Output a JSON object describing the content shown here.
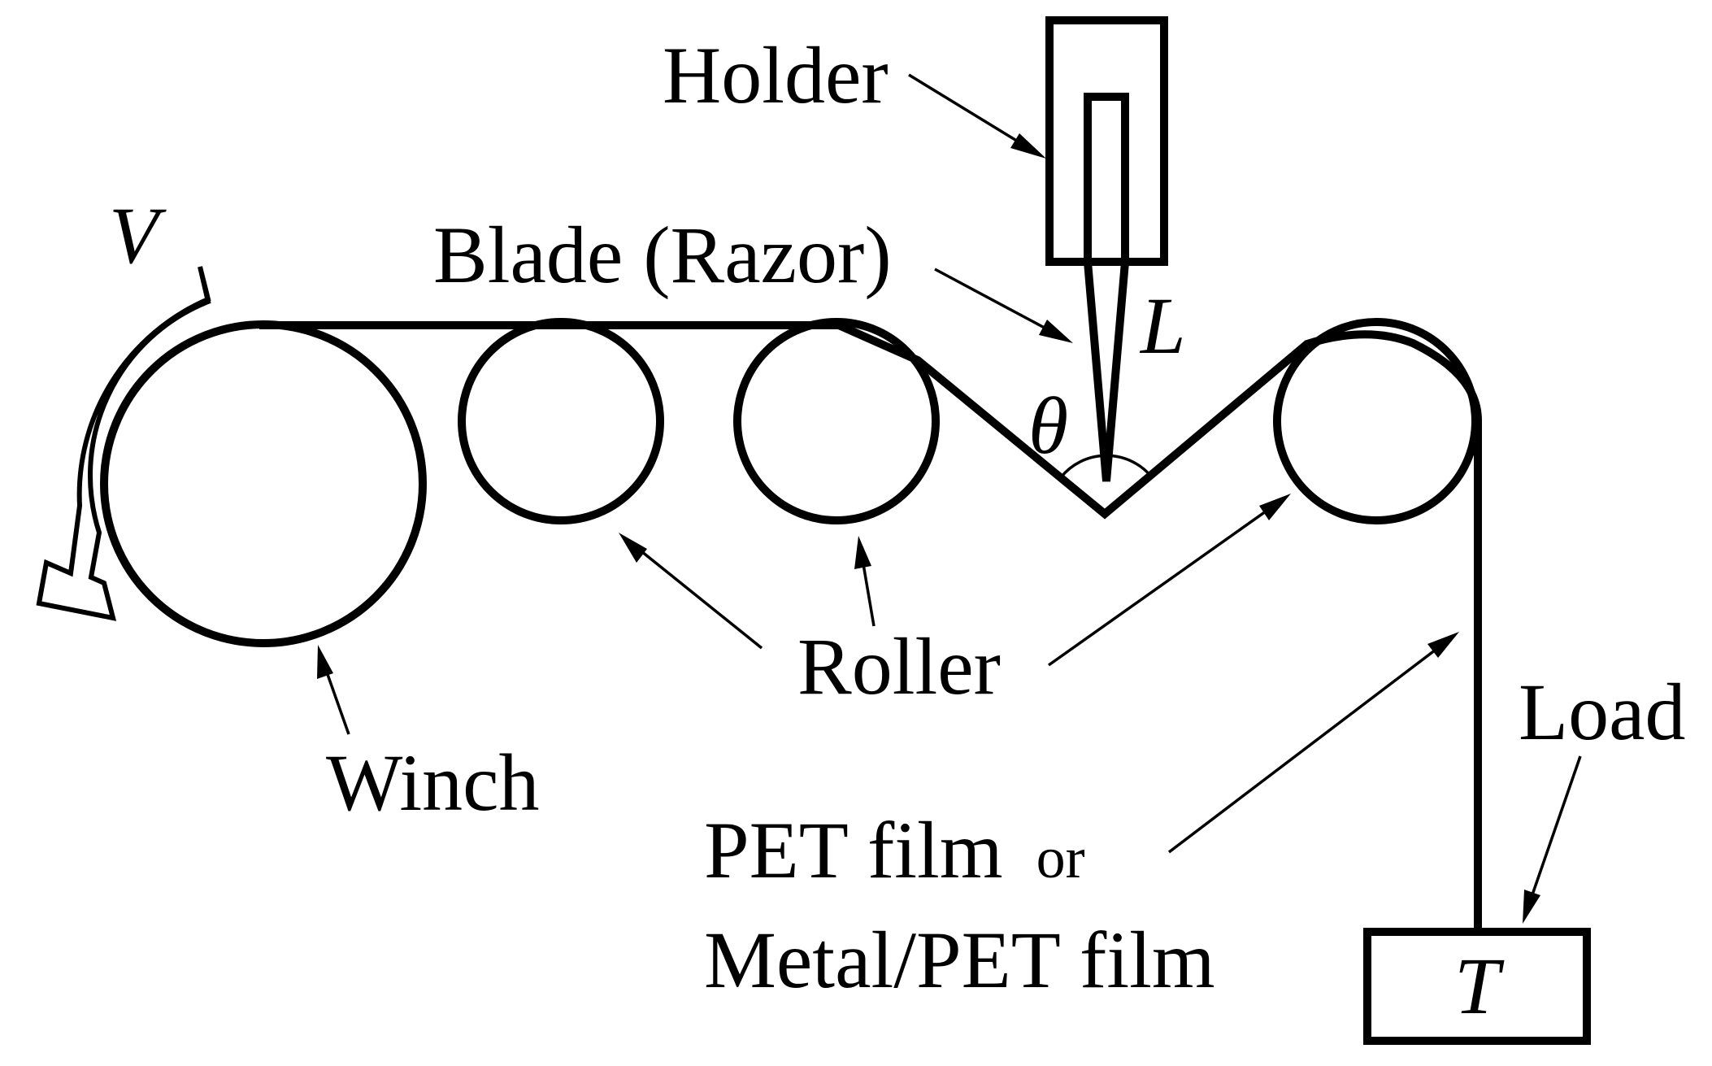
{
  "labels": {
    "holder": "Holder",
    "blade": "Blade (Razor)",
    "velocity": "V",
    "blade_length": "L",
    "angle": "θ",
    "roller": "Roller",
    "winch": "Winch",
    "load": "Load",
    "film_line1_main": "PET film",
    "film_line1_suffix": "or",
    "film_line2": "Metal/PET film",
    "tension": "T"
  }
}
